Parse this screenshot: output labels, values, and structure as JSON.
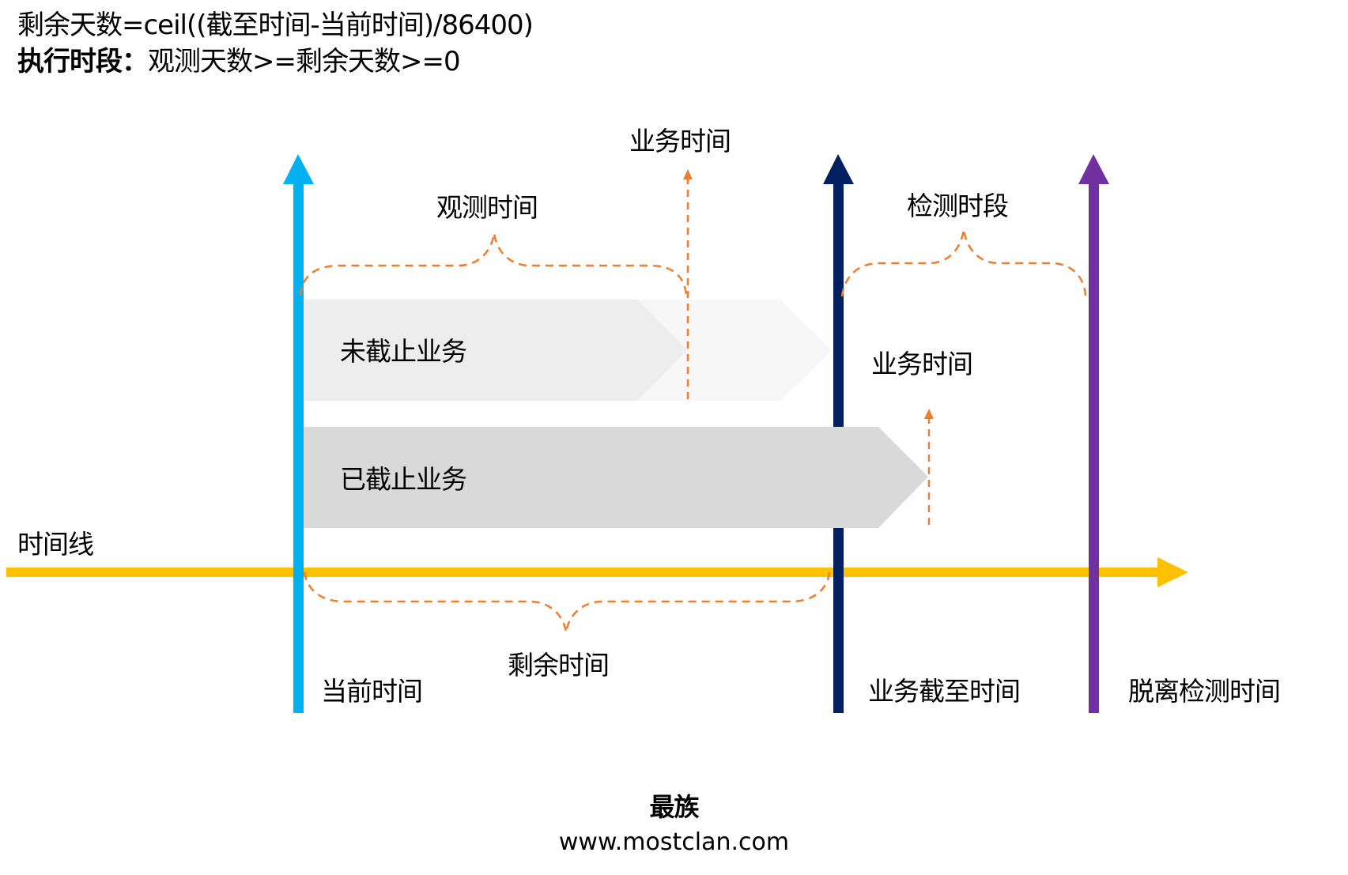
{
  "formula": {
    "line1": "剩余天数=ceil((截至时间-当前时间)/86400)",
    "line2_bold": "执行时段：",
    "line2_rest": "观测天数>=剩余天数>=0"
  },
  "diagram": {
    "timeline_label": "时间线",
    "markers": [
      {
        "id": "current",
        "label": "当前时间",
        "color": "#00B0F0"
      },
      {
        "id": "deadline",
        "label": "业务截至时间",
        "color": "#002060"
      },
      {
        "id": "detach",
        "label": "脱离检测时间",
        "color": "#7030A0"
      }
    ],
    "timeline_color": "#FFC000",
    "accent_dashed_color": "#ED7D31",
    "bars": [
      {
        "label": "未截止业务",
        "color": "#EDEDED",
        "ghost_color": "#F7F7F7"
      },
      {
        "label": "已截止业务",
        "color": "#D9D9D9"
      }
    ],
    "braces": {
      "observation": "观测时间",
      "detection": "检测时段",
      "remaining": "剩余时间"
    },
    "business_time_labels": {
      "top": "业务时间",
      "right": "业务时间"
    }
  },
  "footer": {
    "brand": "最族",
    "url": "www.mostclan.com"
  }
}
